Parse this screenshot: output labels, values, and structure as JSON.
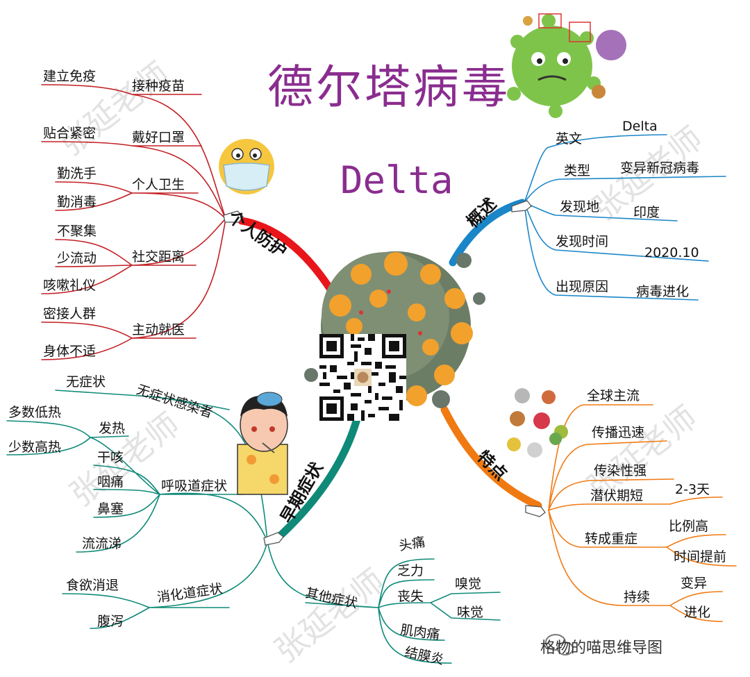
{
  "title": "德尔塔病毒",
  "subtitle": "Delta",
  "watermark": "张延老师",
  "source": "格物的喵思维导图",
  "icons": [
    "mask-face-icon",
    "virus-cartoon-icon",
    "sick-person-icon",
    "small-viruses-icon",
    "qr-code-icon",
    "wechat-icon",
    "pointing-hand-icon"
  ],
  "colors": {
    "title": "#8a2d8f",
    "protect": "#e8161a",
    "overview": "#1a86c8",
    "features": "#f07a12",
    "symptoms": "#0f8a78"
  },
  "branches": {
    "protect": {
      "label": "个人防护",
      "items": [
        {
          "label": "接种疫苗",
          "leaves": [
            "建立免疫"
          ]
        },
        {
          "label": "戴好口罩",
          "leaves": [
            "贴合紧密"
          ]
        },
        {
          "label": "个人卫生",
          "leaves": [
            "勤洗手",
            "勤消毒"
          ]
        },
        {
          "label": "社交距离",
          "leaves": [
            "不聚集",
            "少流动",
            "咳嗽礼仪"
          ]
        },
        {
          "label": "主动就医",
          "leaves": [
            "密接人群",
            "身体不适"
          ]
        }
      ]
    },
    "overview": {
      "label": "概述",
      "items": [
        {
          "label": "英文",
          "value": "Delta"
        },
        {
          "label": "类型",
          "value": "变异新冠病毒"
        },
        {
          "label": "发现地",
          "value": "印度"
        },
        {
          "label": "发现时间",
          "value": "2020.10"
        },
        {
          "label": "出现原因",
          "value": "病毒进化"
        }
      ]
    },
    "symptoms": {
      "label": "早期症状",
      "items": [
        {
          "label": "无症状感染者",
          "leaves": [
            "无症状"
          ]
        },
        {
          "label": "呼吸道症状",
          "leaves": [
            "发热",
            "干咳",
            "咽痛",
            "鼻塞",
            "流流涕"
          ],
          "sub": [
            "多数低热",
            "少数高热"
          ]
        },
        {
          "label": "消化道症状",
          "leaves": [
            "食欲消退",
            "腹泻"
          ]
        },
        {
          "label": "其他症状",
          "leaves": [
            "头痛",
            "乏力",
            "丧失",
            "肌肉痛",
            "结膜炎"
          ],
          "sub": [
            "嗅觉",
            "味觉"
          ]
        }
      ]
    },
    "features": {
      "label": "特点",
      "items": [
        {
          "label": "全球主流"
        },
        {
          "label": "传播迅速"
        },
        {
          "label": "传染性强"
        },
        {
          "label": "潜伏期短",
          "leaves": [
            "2-3天"
          ]
        },
        {
          "label": "转成重症",
          "leaves": [
            "比例高",
            "时间提前"
          ]
        },
        {
          "label": "持续",
          "leaves": [
            "变异",
            "进化"
          ]
        }
      ]
    }
  }
}
